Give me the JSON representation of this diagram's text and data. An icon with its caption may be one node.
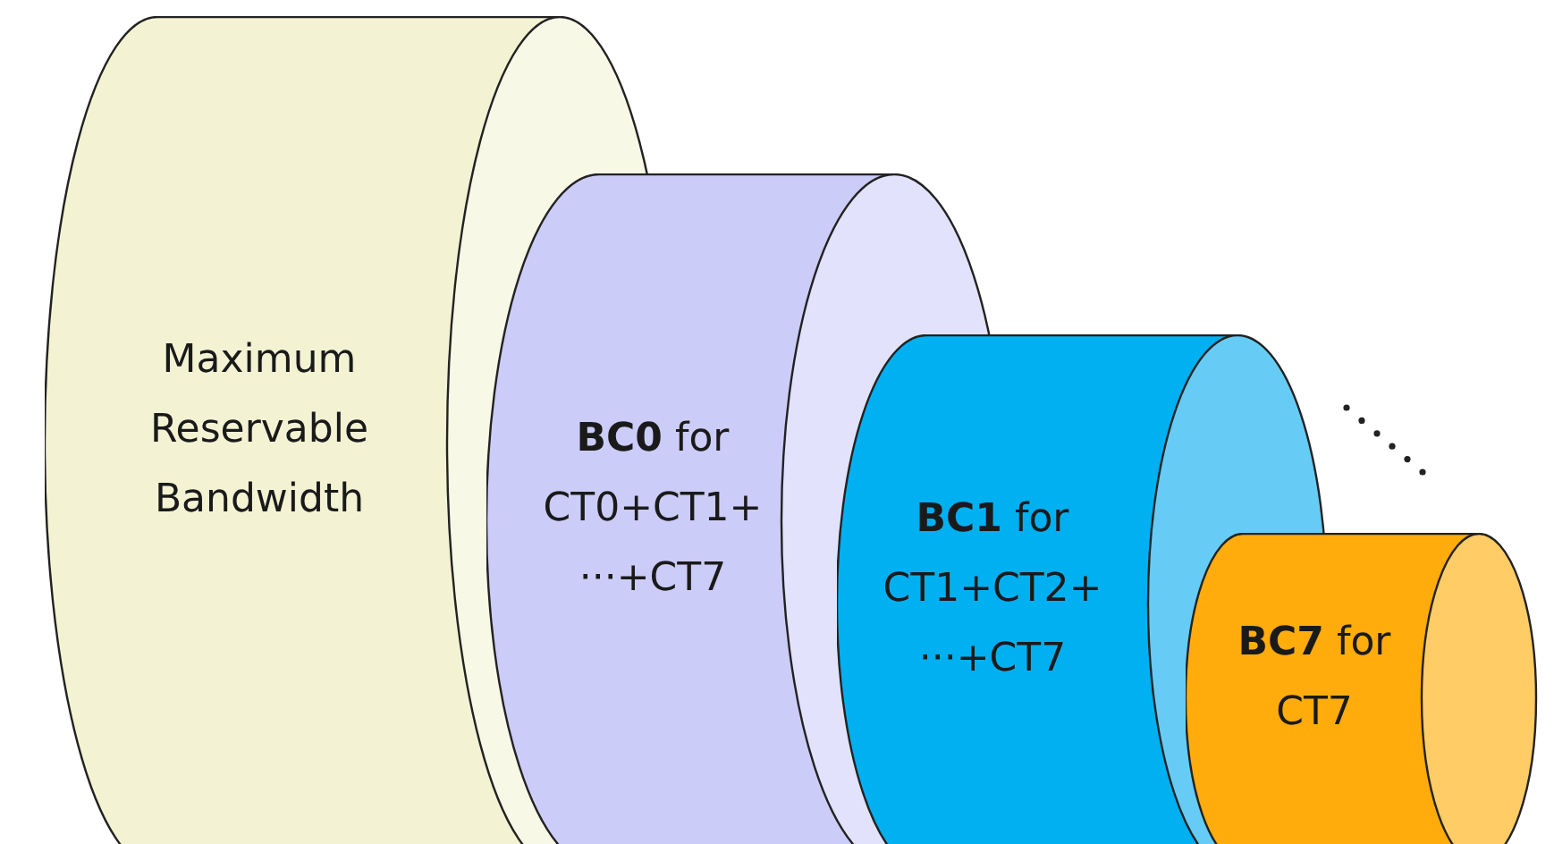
{
  "diagram": {
    "nodes": [
      {
        "text": [
          "Maximum Reservable Bandwidth"
        ]
      },
      {
        "text": [
          "**BC0** for CT0+CT1+ ···+CT7"
        ]
      },
      {
        "text": [
          "**BC1** for CT1+CT2+ ···+CT7"
        ]
      },
      {
        "text": [
          "**BC7** for CT7"
        ]
      }
    ]
  }
}
